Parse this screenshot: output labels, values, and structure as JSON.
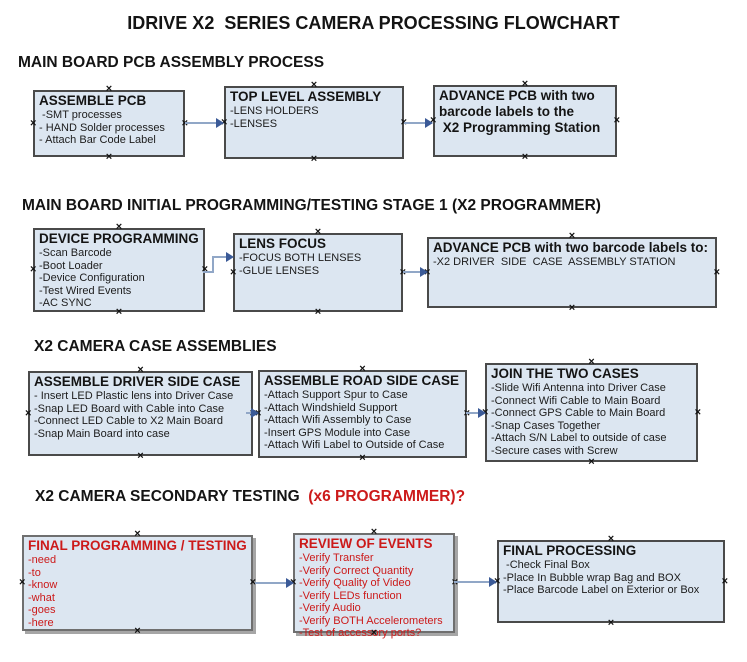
{
  "title": "IDRIVE X2  SERIES CAMERA PROCESSING FLOWCHART",
  "colors": {
    "box_fill": "#dce6f1",
    "box_border": "#4a4a4a",
    "shadow_box_border": "#6f6f6f",
    "shadow": "#a6a6a6",
    "connector_line": "#91a7c7",
    "connector_arrowhead": "#3b5a97",
    "text_black": "#141414",
    "text_red": "#cc1a1a"
  },
  "icons": {
    "connection_point_glyph": "×"
  },
  "sections": [
    {
      "heading": "MAIN BOARD PCB ASSEMBLY PROCESS",
      "boxes": [
        {
          "title": "ASSEMBLE PCB",
          "lines": [
            " -SMT processes",
            "- HAND Solder processes",
            "- Attach Bar Code Label"
          ]
        },
        {
          "title": "TOP LEVEL ASSEMBLY",
          "lines": [
            "-LENS HOLDERS",
            "-LENSES"
          ]
        },
        {
          "title": "ADVANCE PCB with two\nbarcode labels to the\n X2 Programming Station",
          "lines": []
        }
      ]
    },
    {
      "heading": "MAIN BOARD INITIAL PROGRAMMING/TESTING STAGE 1 (X2 PROGRAMMER)",
      "boxes": [
        {
          "title": "DEVICE PROGRAMMING",
          "lines": [
            "-Scan Barcode",
            "-Boot Loader",
            "-Device Configuration",
            "-Test Wired Events",
            "-AC SYNC"
          ]
        },
        {
          "title": "LENS FOCUS",
          "lines": [
            "-FOCUS BOTH LENSES",
            "-GLUE LENSES"
          ]
        },
        {
          "title": "ADVANCE PCB with two barcode labels to:",
          "lines": [
            "-X2 DRIVER  SIDE  CASE  ASSEMBLY STATION"
          ]
        }
      ]
    },
    {
      "heading": "X2 CAMERA CASE ASSEMBLIES",
      "boxes": [
        {
          "title": "ASSEMBLE DRIVER SIDE CASE",
          "lines": [
            "- Insert LED Plastic lens into Driver Case",
            "-Snap LED Board with Cable into Case",
            "-Connect LED Cable to X2 Main Board",
            "-Snap Main Board into case"
          ]
        },
        {
          "title": "ASSEMBLE ROAD SIDE CASE",
          "lines": [
            "-Attach Support Spur to Case",
            "-Attach Windshield Support",
            "-Attach Wifi Assembly to Case",
            "-Insert GPS Module into Case",
            "-Attach Wifi Label to Outside of Case"
          ]
        },
        {
          "title": "JOIN THE TWO CASES",
          "lines": [
            "-Slide Wifi Antenna into Driver Case",
            "-Connect Wifi Cable to Main Board",
            "-Connect GPS Cable to Main Board",
            "-Snap Cases Together",
            "-Attach S/N Label to outside of case",
            "-Secure cases with Screw"
          ]
        }
      ]
    },
    {
      "heading": "X2 CAMERA SECONDARY TESTING ",
      "heading_red": " (x6 PROGRAMMER)?",
      "boxes": [
        {
          "title": "FINAL PROGRAMMING / TESTING",
          "lines": [
            "-need",
            "-to",
            "-know",
            "-what",
            "-goes",
            "-here"
          ]
        },
        {
          "title": "REVIEW OF EVENTS",
          "lines": [
            "-Verify Transfer",
            "-Verify Correct Quantity",
            "-Verify Quality of Video",
            "-Verify LEDs function",
            "-Verify Audio",
            "-Verify BOTH Accelerometers",
            "-Test of accessory ports?"
          ]
        },
        {
          "title": "FINAL PROCESSING",
          "lines": [
            " -Check Final Box",
            "-Place In Bubble wrap Bag and BOX",
            "-Place Barcode Label on Exterior or Box"
          ]
        }
      ]
    }
  ]
}
